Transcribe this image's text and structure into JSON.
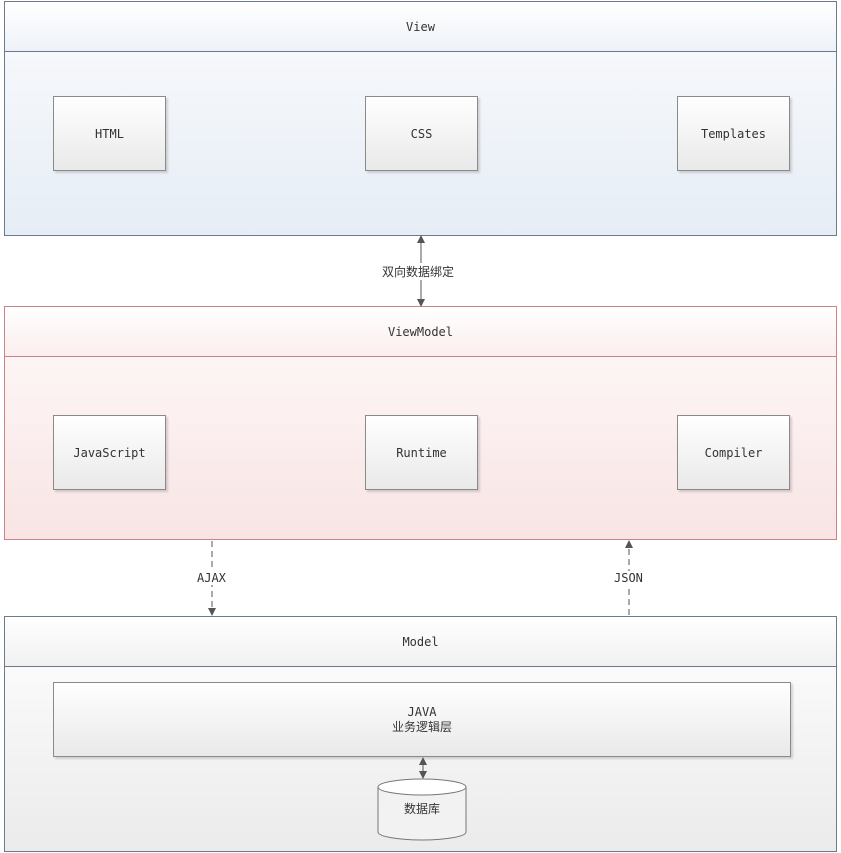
{
  "layers": {
    "view": {
      "title": "View"
    },
    "viewmodel": {
      "title": "ViewModel"
    },
    "model": {
      "title": "Model"
    }
  },
  "view_boxes": [
    "HTML",
    "CSS",
    "Templates"
  ],
  "viewmodel_boxes": [
    "JavaScript",
    "Runtime",
    "Compiler"
  ],
  "model_box": {
    "line1": "JAVA",
    "line2": "业务逻辑层"
  },
  "database": {
    "label": "数据库"
  },
  "connections": {
    "binding_label": "双向数据绑定",
    "ajax_label": "AJAX",
    "json_label": "JSON"
  }
}
